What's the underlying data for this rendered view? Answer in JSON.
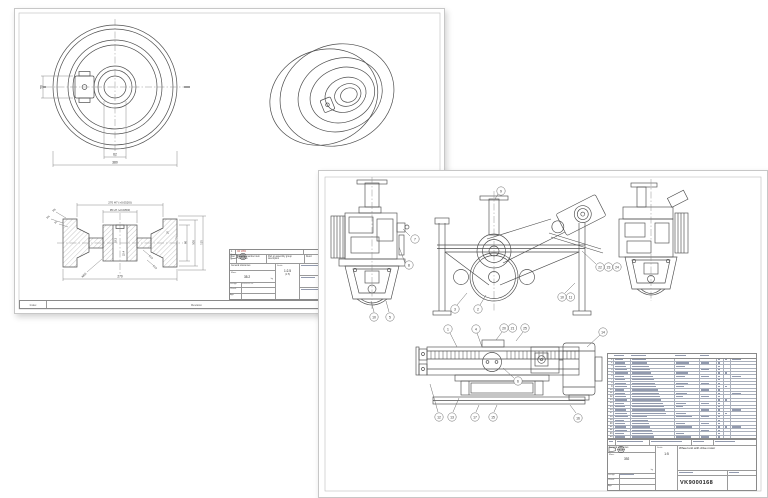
{
  "sheet1": {
    "front": {
      "dim_hub": "62",
      "dim_od": "380",
      "dim_side": "50"
    },
    "section": {
      "dims": [
        "270 H7 (+0.052/0)",
        "95 H7 (+0.035/0)",
        "18.3",
        "22.4",
        "20",
        "20°",
        "80",
        "100",
        "115",
        "R10",
        "R10",
        "R5",
        "R4",
        "R4",
        "M16",
        "270"
      ]
    },
    "title_block": {
      "rev_no": "1",
      "rev_text": "CR 2850",
      "cat": "Cat",
      "col_drawing": "Drawing number item reference",
      "col_part": "Part or assembly group description",
      "col_desc": "Descr",
      "general_tolerances": "General tolerances",
      "mass_label": "Mass",
      "mass_value": "35.2",
      "mass_unit": "kg",
      "scale_label": "Scale",
      "scale_main": "1:2.5",
      "scale_alt": "(1:5)",
      "design_label": "Design",
      "design_value": "2014-02-13",
      "check_label": "Check",
      "app_label": "App"
    },
    "rev_strip": {
      "index": "Index",
      "revision": "Revision",
      "date": "Date",
      "rev_by": "Rev by",
      "app": "App"
    }
  },
  "sheet2": {
    "balloons": [
      "7",
      "8",
      "10",
      "5",
      "9",
      "3",
      "2",
      "22",
      "23",
      "24",
      "10",
      "11",
      "1",
      "4",
      "20",
      "21",
      "25",
      "14",
      "6",
      "12",
      "13",
      "17",
      "15",
      "16"
    ],
    "bom": {
      "items": [
        "1",
        "2",
        "3",
        "4",
        "5",
        "6",
        "7",
        "8",
        "9",
        "10",
        "11",
        "12",
        "13",
        "14",
        "15",
        "16",
        "17",
        "18",
        "19",
        "20",
        "21",
        "22",
        "23",
        "24"
      ]
    },
    "title_block": {
      "general_tolerances": "General tolerances",
      "mass_label": "Mass",
      "mass_value": "392",
      "mass_unit": "kg",
      "scale_label": "Scale",
      "scale_main": "1:5",
      "design_label": "Design",
      "check_label": "Check",
      "app_label": "App",
      "title": "Wheel unit with drive motor",
      "number": "VK9000168"
    }
  }
}
